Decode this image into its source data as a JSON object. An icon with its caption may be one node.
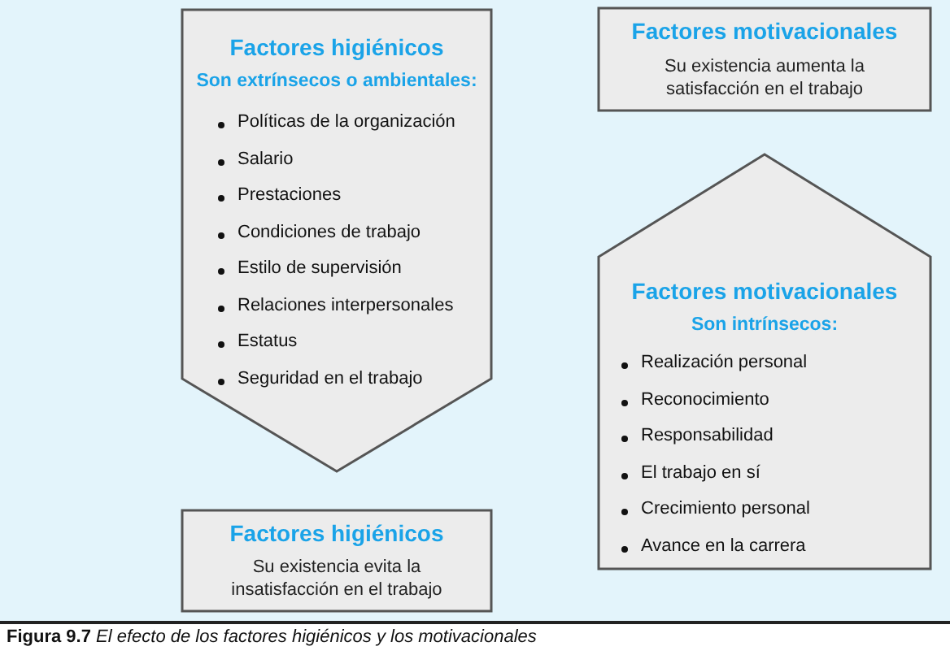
{
  "diagram": {
    "caption": "**Figura 9.7** *El efecto de los factores higiénicos y los motivacionales*",
    "nodes": [
      {
        "text": [
          "Factores higiénicos",
          "Son extrínsecos o ambientales:",
          "Políticas de la organización",
          "Salario",
          "Prestaciones",
          "Condiciones de trabajo",
          "Estilo de supervisión",
          "Relaciones interpersonales",
          "Estatus",
          "Seguridad en el trabajo"
        ]
      },
      {
        "text": [
          "Factores motivacionales",
          "Su existencia aumenta la satisfacción en el trabajo"
        ]
      },
      {
        "text": [
          "Factores motivacionales",
          "Son intrínsecos:",
          "Realización personal",
          "Reconocimiento",
          "Responsabilidad",
          "El trabajo en sí",
          "Crecimiento personal",
          "Avance en la carrera"
        ]
      },
      {
        "text": [
          "Factores higiénicos",
          "Su existencia evita la insatisfacción en el trabajo"
        ]
      }
    ],
    "edges": []
  }
}
